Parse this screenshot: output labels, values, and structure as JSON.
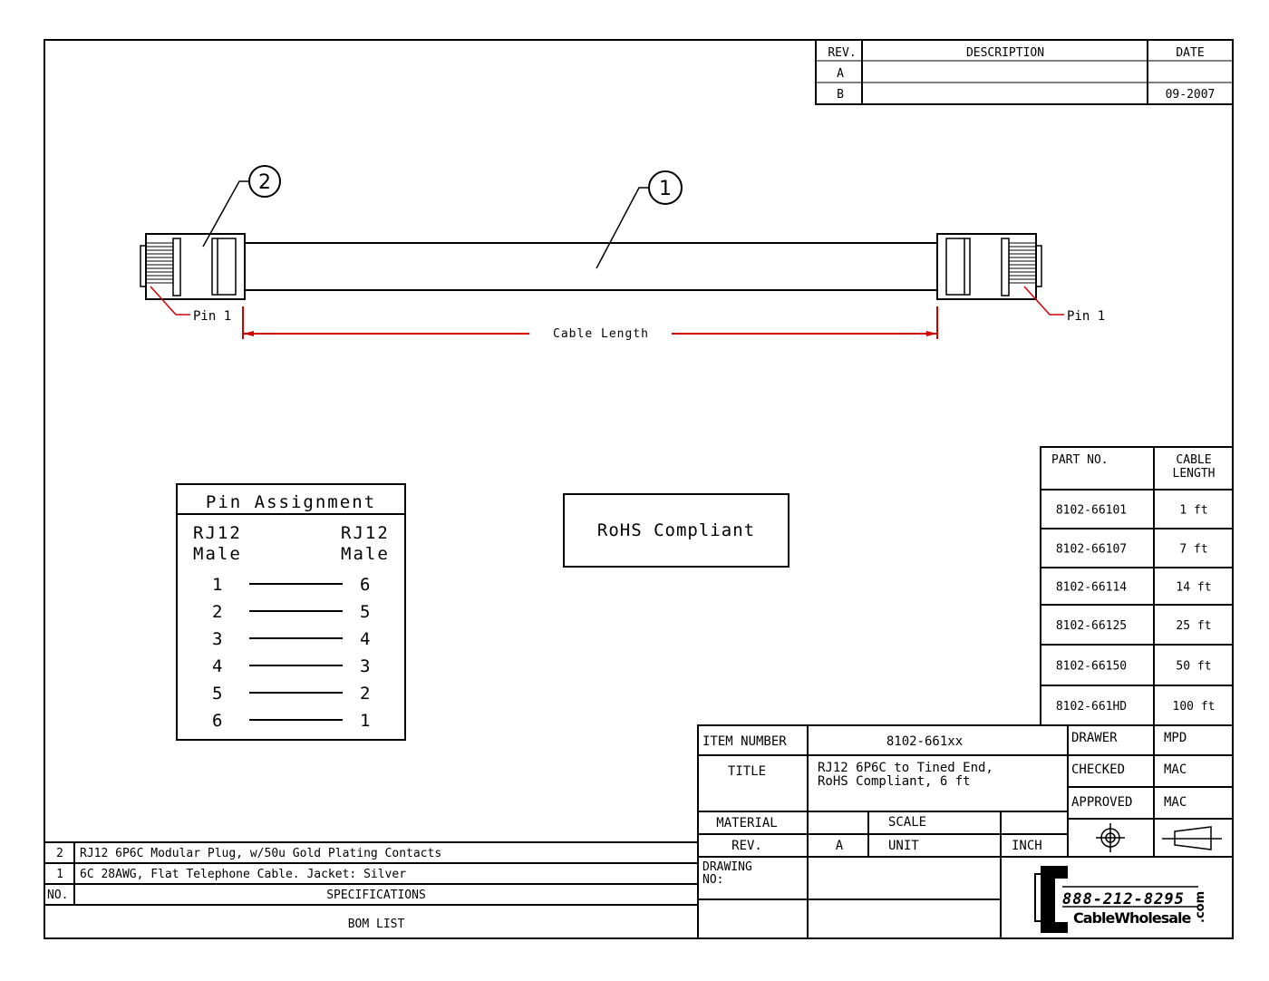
{
  "revision_table": {
    "headers": [
      "REV.",
      "DESCRIPTION",
      "DATE"
    ],
    "rows": [
      {
        "rev": "A",
        "description": "",
        "date": ""
      },
      {
        "rev": "B",
        "description": "",
        "date": "09-2007"
      }
    ]
  },
  "drawing": {
    "balloon_cable": "1",
    "balloon_plug": "2",
    "pin_left": "Pin 1",
    "pin_right": "Pin 1",
    "dimension_label": "Cable Length",
    "line_color": "#d00000"
  },
  "pin_assignment": {
    "title": "Pin Assignment",
    "left_header": [
      "RJ12",
      "Male"
    ],
    "right_header": [
      "RJ12",
      "Male"
    ],
    "pairs": [
      [
        "1",
        "6"
      ],
      [
        "2",
        "5"
      ],
      [
        "3",
        "4"
      ],
      [
        "4",
        "3"
      ],
      [
        "5",
        "2"
      ],
      [
        "6",
        "1"
      ]
    ]
  },
  "rohs": "RoHS Compliant",
  "parts_table": {
    "headers": [
      "PART NO.",
      "CABLE",
      "LENGTH"
    ],
    "rows": [
      {
        "part": "8102-66101",
        "length": "1 ft"
      },
      {
        "part": "8102-66107",
        "length": "7 ft"
      },
      {
        "part": "8102-66114",
        "length": "14 ft"
      },
      {
        "part": "8102-66125",
        "length": "25 ft"
      },
      {
        "part": "8102-66150",
        "length": "50 ft"
      },
      {
        "part": "8102-661HD",
        "length": "100 ft"
      }
    ]
  },
  "title_block": {
    "item_number_label": "ITEM NUMBER",
    "item_number": "8102-661xx",
    "title_label": "TITLE",
    "title_line1": "RJ12 6P6C to Tined End,",
    "title_line2": "RoHS Compliant, 6 ft",
    "material_label": "MATERIAL",
    "scale_label": "SCALE",
    "rev_label": "REV.",
    "rev_value": "A",
    "unit_label": "UNIT",
    "unit_value": "INCH",
    "drawing_no_label_1": "DRAWING",
    "drawing_no_label_2": "NO:",
    "drawer_label": "DRAWER",
    "drawer": "MPD",
    "checked_label": "CHECKED",
    "checked": "MAC",
    "approved_label": "APPROVED",
    "approved": "MAC",
    "logo_phone": "888-212-8295",
    "logo_name": "CableWholesale",
    "logo_suffix": ".com"
  },
  "bom": {
    "rows": [
      {
        "no": "2",
        "spec": "RJ12 6P6C Modular Plug, w/50u Gold Plating Contacts"
      },
      {
        "no": "1",
        "spec": "6C 28AWG, Flat Telephone Cable. Jacket: Silver"
      }
    ],
    "no_header": "NO.",
    "spec_header": "SPECIFICATIONS",
    "title": "BOM LIST"
  }
}
